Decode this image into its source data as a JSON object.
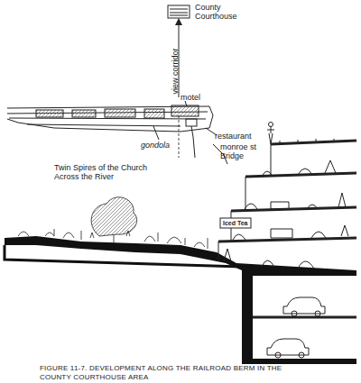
{
  "diagram": {
    "caption": "FIGURE 11-7.  DEVELOPMENT ALONG THE RAILROAD BERM IN THE COUNTY COURTHOUSE AREA",
    "labels": [
      "County Courthouse",
      "view corridor",
      "motel",
      "restaurant",
      "gondola",
      "monroe st Bridge",
      "Twin Spires of the Church Across the River",
      "Iced Tea"
    ]
  }
}
